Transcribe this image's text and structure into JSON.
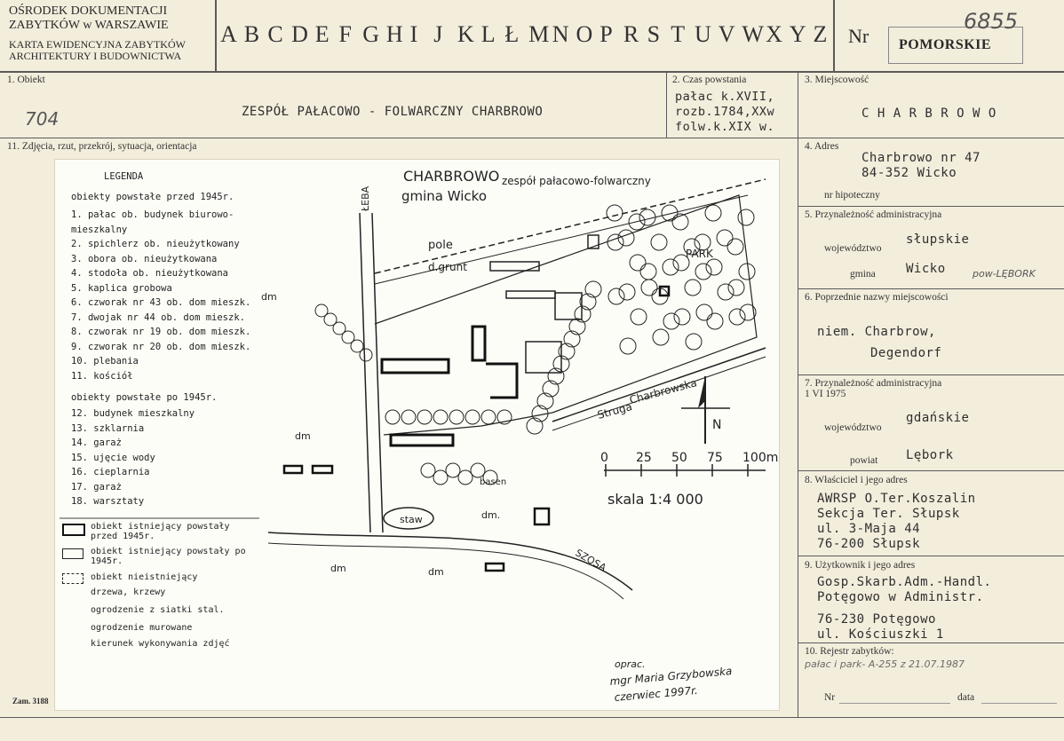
{
  "header": {
    "org_line1": "OŚRODEK DOKUMENTACJI",
    "org_line2": "ZABYTKÓW w WARSZAWIE",
    "card_line1": "KARTA EWIDENCYJNA ZABYTKÓW",
    "card_line2": "ARCHITEKTURY I BUDOWNICTWA",
    "letters": [
      "A",
      "B",
      "C",
      "D",
      "E",
      "F",
      "G",
      "H",
      "I",
      "J",
      "K",
      "L",
      "Ł",
      "M",
      "N",
      "O",
      "P",
      "R",
      "S",
      "T",
      "U",
      "V",
      "W",
      "X",
      "Y",
      "Z"
    ],
    "nr_label": "Nr",
    "nr_handwritten": "6855",
    "region": "POMORSKIE"
  },
  "fields": {
    "obiekt_label": "1. Obiekt",
    "obiekt_value": "ZESPÓŁ PAŁACOWO - FOLWARCZNY CHARBROWO",
    "obiekt_hand": "704",
    "czas_label": "2. Czas powstania",
    "czas_lines": [
      "pałac k.XVII,",
      "rozb.1784,XXw",
      "folw.k.XIX w."
    ],
    "miejscowosc_label": "3. Miejscowość",
    "miejscowosc_value": "C H A R B R O W O",
    "zdjecia_label": "11. Zdjęcia, rzut, przekrój, sytuacja, orientacja",
    "adres_label": "4. Adres",
    "adres_lines": [
      "Charbrowo nr 47",
      "84-352 Wicko"
    ],
    "hipoteczny_label": "nr hipoteczny",
    "przyn_label": "5. Przynależność administracyjna",
    "woj_label": "województwo",
    "woj_value": "słupskie",
    "gmina_label": "gmina",
    "gmina_value": "Wicko",
    "gmina_hand": "pow-LĘBORK",
    "poprz_label": "6. Poprzednie nazwy miejscowości",
    "poprz_lines": [
      "niem. Charbrow,",
      "Degendorf"
    ],
    "przyn2_label1": "7. Przynależność administracyjna",
    "przyn2_label2": "1 VI 1975",
    "woj2_label": "województwo",
    "woj2_value": "gdańskie",
    "powiat_label": "powiat",
    "powiat_value": "Lębork",
    "wlasciciel_label": "8. Właściciel i jego adres",
    "wlasciciel_lines": [
      "AWRSP O.Ter.Koszalin",
      "Sekcja Ter. Słupsk",
      "ul. 3-Maja 44",
      "76-200 Słupsk"
    ],
    "uzytkownik_label": "9. Użytkownik i jego adres",
    "uzytkownik_lines": [
      "Gosp.Skarb.Adm.-Handl.",
      "Potęgowo w Administr.",
      "76-230 Potęgowo",
      "ul. Kościuszki 1"
    ],
    "rejestr_label": "10. Rejestr zabytków:",
    "rejestr_hand": "pałac i park- A-255 z 21.07.1987",
    "rejestr_nr_label": "Nr",
    "rejestr_data_label": "data",
    "zam": "Zam. 3188"
  },
  "map": {
    "title": "CHARBROWO",
    "subtitle1": "zespół pałacowo-folwarczny",
    "subtitle2": "gmina Wicko",
    "legend_title": "LEGENDA",
    "legend_pre": "obiekty powstałe przed 1945r.",
    "legend_items_pre": [
      "1. pałac ob. budynek biurowo-",
      "   mieszkalny",
      "2. spichlerz ob. nieużytkowany",
      "3. obora ob. nieużytkowana",
      "4. stodoła ob. nieużytkowana",
      "5. kaplica grobowa",
      "6. czworak nr 43 ob. dom mieszk.",
      "7. dwojak nr 44 ob. dom mieszk.",
      "8. czworak nr 19 ob. dom mieszk.",
      "9. czworak nr 20 ob. dom mieszk.",
      "10. plebania",
      "11. kościół"
    ],
    "legend_post": "obiekty powstałe po 1945r.",
    "legend_items_post": [
      "12. budynek mieszkalny",
      "13. szklarnia",
      "14. garaż",
      "15. ujęcie wody",
      "16. cieplarnia",
      "17. garaż",
      "18. warsztaty"
    ],
    "key_items": [
      "obiekt istniejący powstały przed 1945r.",
      "obiekt istniejący powstały po 1945r.",
      "obiekt nieistniejący",
      "drzewa, krzewy",
      "ogrodzenie z siatki stal.",
      "ogrodzenie murowane",
      "kierunek wykonywania zdjęć"
    ],
    "labels": {
      "leba": "ŁEBA",
      "pole": "pole",
      "grunt": "d.grunt",
      "park": "PARK",
      "struga1": "Charbrowska",
      "struga2": "Struga",
      "north": "N",
      "dm": "dm",
      "staw": "staw",
      "basen": "basen",
      "szosa": "SZOSA",
      "dmdot": "dm."
    },
    "scale_ticks": [
      "0",
      "25",
      "50",
      "75",
      "100m"
    ],
    "scale_text": "skala 1:4 000",
    "author1": "oprac.",
    "author2": "mgr Maria Grzybowska",
    "author3": "czerwiec 1997r."
  }
}
